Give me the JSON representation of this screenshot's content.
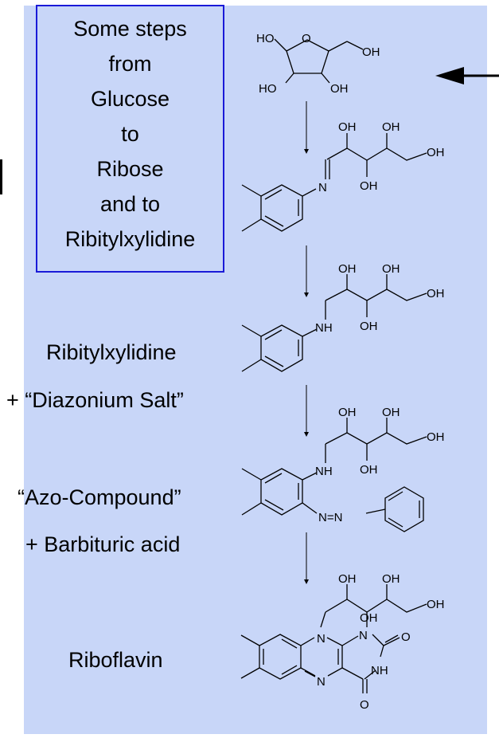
{
  "title_lines": [
    "Some steps",
    "from",
    "Glucose",
    "to",
    "Ribose",
    "and to",
    "Ribitylxylidine"
  ],
  "labels": {
    "ribitylxylidine": "Ribitylxylidine",
    "diazonium": "+ “Diazonium Salt”",
    "azo": "“Azo-Compound”",
    "barbituric": "+ Barbituric acid",
    "riboflavin": "Riboflavin"
  },
  "atoms": {
    "ho": "HO",
    "o": "O",
    "oh": "OH",
    "n": "N",
    "nh": "NH",
    "nn": "N=N"
  },
  "colors": {
    "panel": "#c8d6f8",
    "title_border": "#1a1ad8"
  }
}
